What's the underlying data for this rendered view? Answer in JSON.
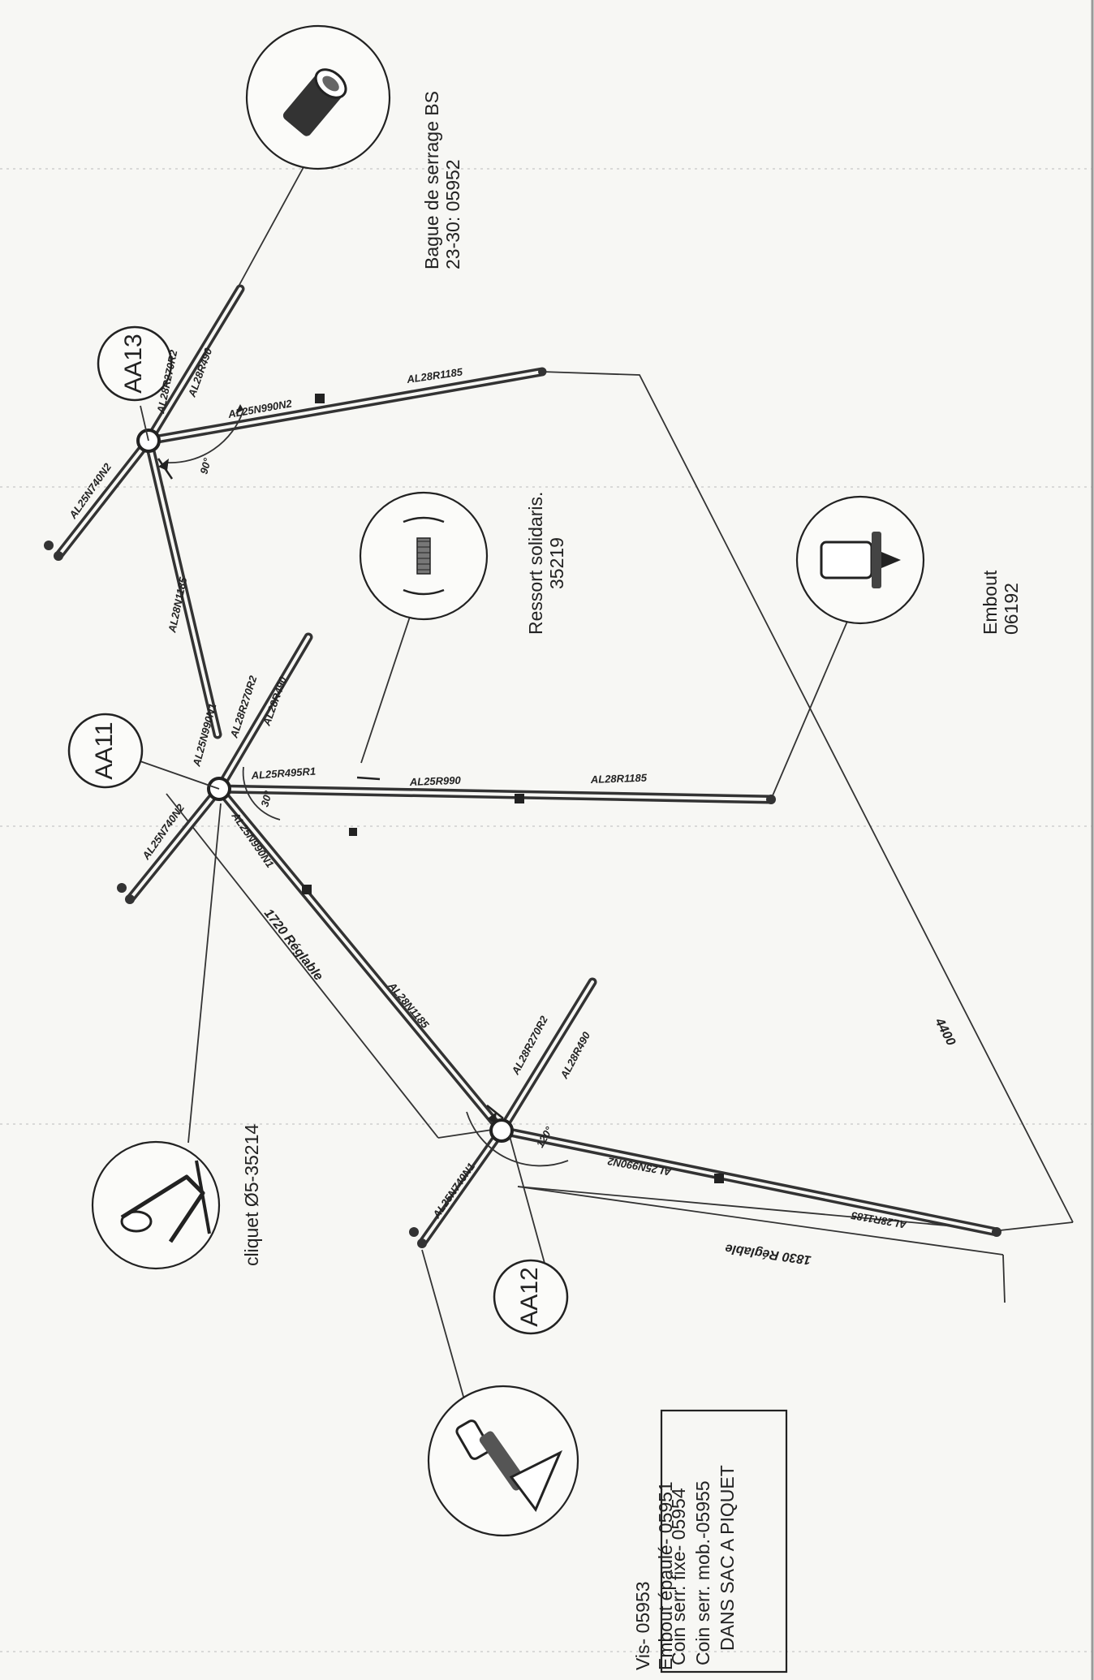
{
  "nodes": {
    "aa13": "AA13",
    "aa11": "AA11",
    "aa12": "AA12"
  },
  "callouts": {
    "bague_line1": "Bague de serrage BS",
    "bague_line2": "23-30: 05952",
    "ressort_line1": "Ressort solidaris.",
    "ressort_line2": "35219",
    "embout_line1": "Embout",
    "embout_line2": "06192",
    "cliquet": "cliquet Ø5-35214",
    "vis": "Vis- 05953",
    "embout_epaule": "Embout épaulé- 05951"
  },
  "box": {
    "line1": "Coin serr. fixe- 05954",
    "line2": "Coin serr. mob.-05955",
    "line3": "DANS SAC A PIQUET"
  },
  "parts": {
    "aa13_a": "AL28R270R2",
    "aa13_b": "AL28R490",
    "aa13_c": "AL25N740N2",
    "aa13_d": "AL25N990N2",
    "aa13_e": "AL28R1185",
    "mid_top": "AL28N1185",
    "aa11_a": "AL28R270R2",
    "aa11_b": "AL28R490",
    "aa11_c": "AL25N990N1",
    "aa11_d": "AL25R495R1",
    "aa11_e": "AL25R990",
    "aa11_f": "AL28R1185",
    "aa11_g": "AL25N740N2",
    "aa11_h": "AL25N990N1",
    "mid_low": "AL28N1185",
    "aa12_a": "AL28R270R2",
    "aa12_b": "AL28R490",
    "aa12_c": "AL25N740N1",
    "aa12_d": "AL25N990N2",
    "aa12_e": "AL28R1185"
  },
  "dimensions": {
    "d1720": "1720 Réglable",
    "d1830": "1830 Réglable",
    "d4400": "4400"
  },
  "angles": {
    "a1": "90°",
    "a2": "30°",
    "a3": "120°"
  }
}
